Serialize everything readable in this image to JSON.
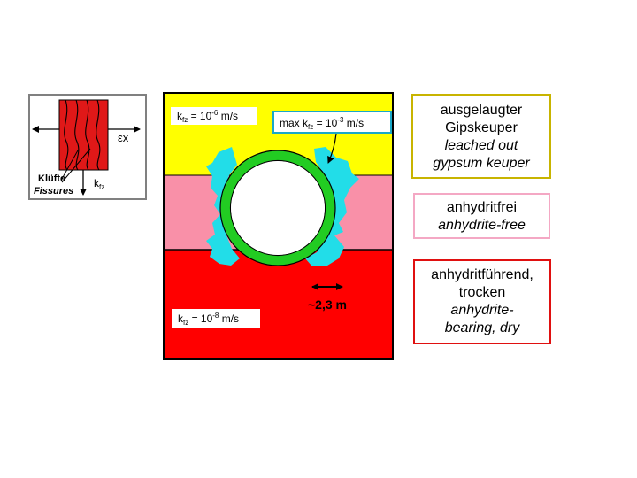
{
  "colors": {
    "yellow_layer": "#ffff00",
    "pink_layer": "#f990a8",
    "red_layer": "#ff0000",
    "fissure_fill": "#22dde8",
    "lining_green": "#22cc22",
    "inset_red": "#e01818",
    "legend_yellow_border": "#c8b400",
    "legend_pink_border": "#f4a8c4",
    "legend_red_border": "#e01010",
    "callout_border": "#1aa8c8"
  },
  "inset": {
    "epsilon_label": "εx",
    "fissures_de": "Klüfte",
    "fissures_en": "Fissures",
    "kfz_main": "k",
    "kfz_sub": "fz"
  },
  "section": {
    "k_top": {
      "k": "k",
      "sub": "fz",
      "mid": " = 10",
      "exp": "-6",
      "unit": " m/s"
    },
    "k_max": {
      "prefix": "max k",
      "sub": "fz",
      "mid": " = 10",
      "exp": "-3",
      "unit": " m/s"
    },
    "k_bottom": {
      "k": "k",
      "sub": "fz",
      "mid": " = 10",
      "exp": "-8",
      "unit": " m/s"
    },
    "width_label": "~2,3 m"
  },
  "legend": {
    "yellow": {
      "de_1": "ausgelaugter",
      "de_2": "Gipskeuper",
      "en_1": "leached out",
      "en_2": "gypsum keuper"
    },
    "pink": {
      "de_1": "anhydritfrei",
      "en_1": "anhydrite-free"
    },
    "red": {
      "de_1": "anhydritführend,",
      "de_2": "trocken",
      "en_1": "anhydrite-",
      "en_2": "bearing, dry"
    }
  }
}
